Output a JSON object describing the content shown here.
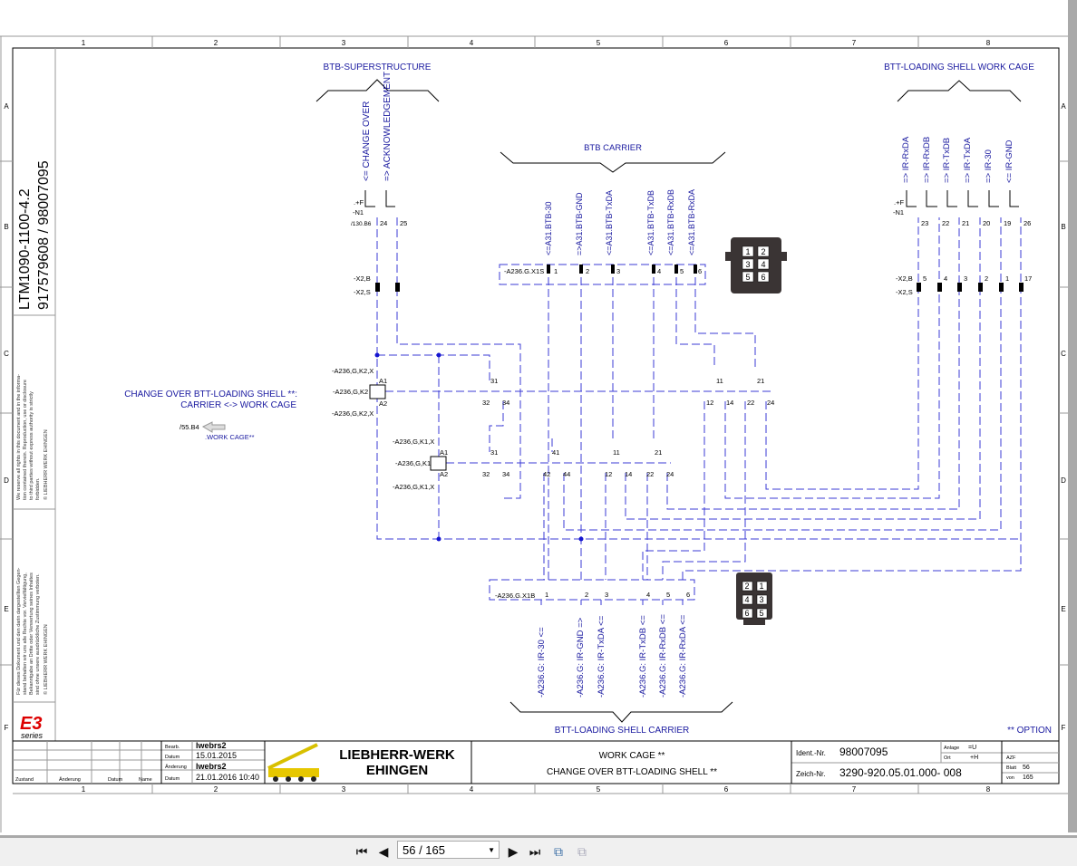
{
  "viewer": {
    "page_field": "56 / 165"
  },
  "ruler": {
    "cols": [
      "1",
      "2",
      "3",
      "4",
      "5",
      "6",
      "7",
      "8"
    ],
    "rows": [
      "A",
      "B",
      "C",
      "D",
      "E",
      "F"
    ]
  },
  "side": {
    "model": "LTM1090-1100-4.2",
    "numbers": "917579608  /  98007095",
    "notice_en": [
      "We reserve all rights in this document and in the informa-",
      "tion contained therein. Reproduction, use or disclosure",
      "to third parties without express authority is strictly",
      "forbidden.",
      "© LIEBHERR WERK EHINGEN"
    ],
    "notice_de": [
      "Für dieses Dokument und den darin dargestellten Gegen-",
      "stand behalten wir uns alle Rechte vor. Vervielfältigung,",
      "Bekanntgabe an Dritte oder Verwertung seines Inhaltes",
      "sind ohne unsere ausdrückliche Zustimmung verboten.",
      "© LIEBHERR WERK EHINGEN"
    ],
    "logo_e3": "E3",
    "logo_series": "series"
  },
  "schematic": {
    "btb_superstructure": "BTB-SUPERSTRUCTURE",
    "change_over": "<= CHANGE OVER",
    "acknowledgement": "=> ACKNOWLEDGEMENT",
    "f": ".+F",
    "n1": "-N1",
    "ref_130": "/130.B6",
    "t24": "24",
    "t25": "25",
    "x2b": "-X2,B",
    "x2s": "-X2,S",
    "btb_carrier": "BTB CARRIER",
    "btb_signals": [
      "<=A31.BTB-30",
      "=>A31.BTB-GND",
      "<=A31.BTB-TxDA",
      "<=A31.BTB-TxDB",
      "<=A31.BTB-RxDB",
      "<=A31.BTB-RxDA"
    ],
    "x1s": "-A236.G.X1S",
    "btt_work_cage": "BTT-LOADING SHELL WORK CAGE",
    "work_cage_signals": [
      "=> IR-RxDA",
      "=> IR-RxDB",
      "=> IR-TxDB",
      "=> IR-TxDA",
      "=> IR-30",
      "<= IR-GND"
    ],
    "work_cage_terms": [
      "23",
      "22",
      "21",
      "20",
      "19",
      "26"
    ],
    "work_cage_x2": [
      "5",
      "4",
      "3",
      "2",
      "1",
      "17"
    ],
    "k2x_a1": "-A236,G,K2,X",
    "k2": "-A236,G,K2",
    "k2x_a2": "-A236,G,K2,X",
    "k1x_a1": "-A236,G,K1,X",
    "k1": "-A236,G,K1",
    "k1x_a2": "-A236,G,K1,X",
    "a1": "A1",
    "a2": "A2",
    "change_over_note_1": "CHANGE OVER BTT-LOADING SHELL **:",
    "change_over_note_2": "CARRIER <-> WORK CAGE",
    "ref_55": "/55.B4",
    "work_cage_ref": ".WORK CAGE**",
    "x1b": "-A236.G.X1B",
    "carrier_signals": [
      "-A236.G: IR-30 <=",
      "-A236.G: IR-GND =>",
      "-A236.G: IR-TxDA <=",
      "-A236.G: IR-TxDB <=",
      "-A236.G: IR-RxDB <=",
      "-A236.G: IR-RxDA <="
    ],
    "btt_carrier": "BTT-LOADING SHELL CARRIER",
    "option": "** OPTION",
    "pins": [
      "1",
      "2",
      "3",
      "4",
      "5",
      "6"
    ],
    "connector_top": [
      "1",
      "2",
      "3",
      "4",
      "5",
      "6"
    ],
    "connector_bottom": [
      "2",
      "1",
      "4",
      "3",
      "6",
      "5"
    ],
    "contacts": {
      "c11": "11",
      "c12": "12",
      "c14": "14",
      "c21": "21",
      "c22": "22",
      "c24": "24",
      "c31": "31",
      "c32": "32",
      "c34": "34",
      "c41": "41",
      "c42": "42",
      "c44": "44"
    }
  },
  "title_block": {
    "bearb_label": "Bearb.",
    "bearb": "lwebrs2",
    "datum_label": "Datum",
    "datum": "15.01.2015",
    "aenderung_label": "Änderung",
    "aenderung": "lwebrs2",
    "datum2_label": "Datum",
    "datum2": "21.01.2016  10:40",
    "zustand": "Zustand",
    "aenderung_col": "Änderung",
    "datum_col": "Datum",
    "name_col": "Name",
    "company_1": "LIEBHERR-WERK",
    "company_2": "EHINGEN",
    "title_1": "WORK CAGE **",
    "title_2": "CHANGE OVER BTT-LOADING SHELL **",
    "ident_label": "Ident.-Nr.",
    "ident": "98007095",
    "zeich_label": "Zeich-Nr.",
    "zeich": "3290-920.05.01.000-  008",
    "anlage_label": "Anlage",
    "anlage": "=U",
    "ort_label": "Ort",
    "ort": "+H",
    "azf": "AZF",
    "blatt_label": "Blatt",
    "blatt": "56",
    "von_label": "von",
    "von": "165"
  }
}
